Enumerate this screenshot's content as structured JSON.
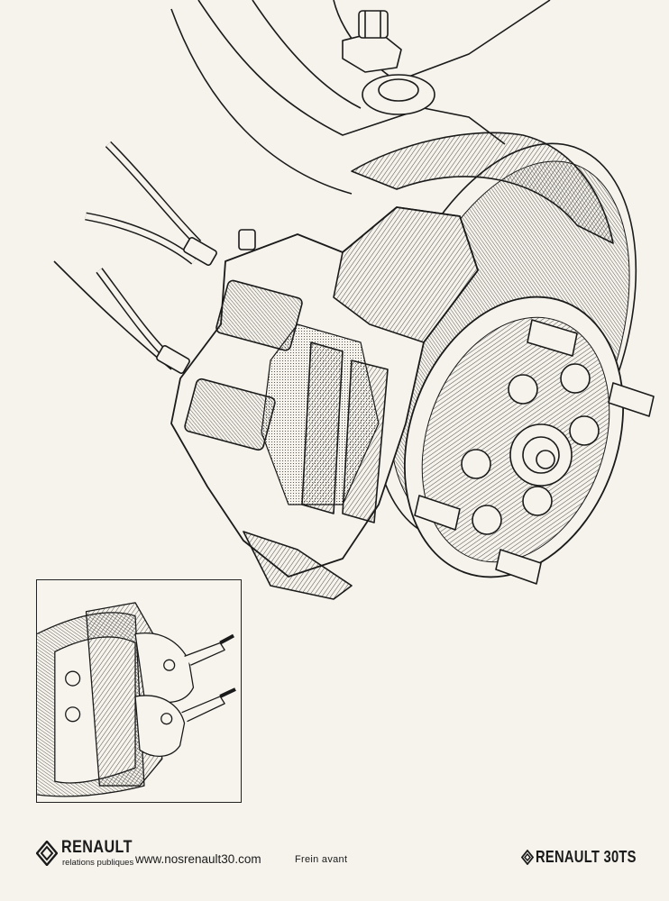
{
  "illustration": {
    "main_subject": "front-brake-cutaway-drawing",
    "inset_subject": "brake-caliper-detail-drawing"
  },
  "footer": {
    "brand": "RENAULT",
    "brand_subtitle": "relations publiques",
    "website": "www.nosrenault30.com",
    "caption": "Frein avant",
    "model": "RENAULT 30TS"
  },
  "icons": {
    "logo_left": "renault-diamond-icon",
    "logo_right": "renault-diamond-icon"
  },
  "colors": {
    "paper": "#f6f3ec",
    "ink": "#1a1a1a"
  }
}
